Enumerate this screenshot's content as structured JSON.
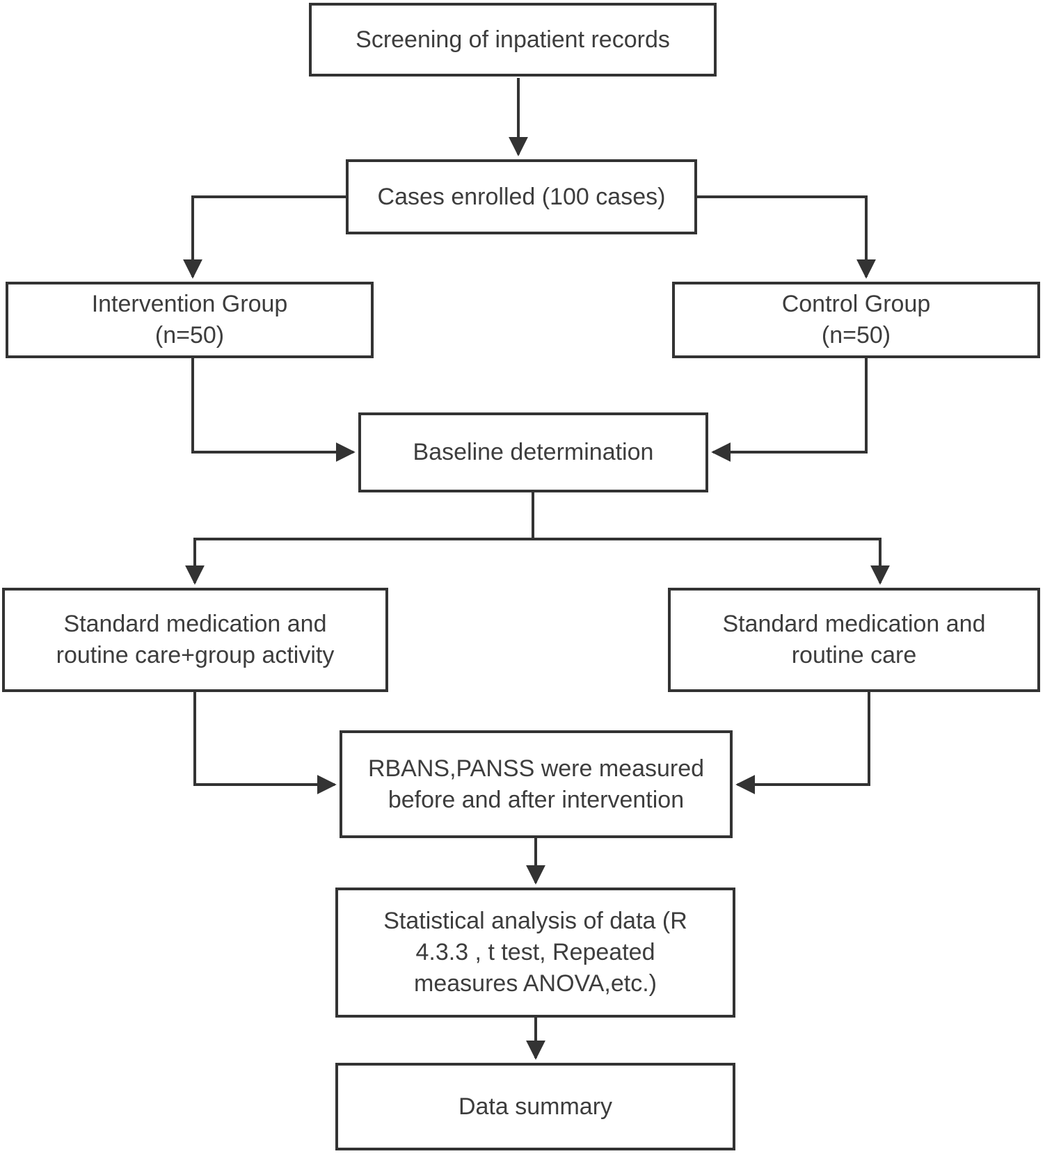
{
  "diagram": {
    "type": "flowchart",
    "colors": {
      "background": "#ffffff",
      "border": "#333333",
      "text": "#3d3d3d",
      "line": "#333333"
    },
    "nodes": [
      {
        "id": "screening",
        "label": "Screening of inpatient records"
      },
      {
        "id": "enrolled",
        "label": "Cases enrolled (100 cases)"
      },
      {
        "id": "intervention",
        "label": "Intervention Group\n(n=50)"
      },
      {
        "id": "control",
        "label": "Control Group\n(n=50)"
      },
      {
        "id": "baseline",
        "label": "Baseline determination"
      },
      {
        "id": "intervention-care",
        "label": "Standard medication and\nroutine care+group activity"
      },
      {
        "id": "control-care",
        "label": "Standard medication and\nroutine care"
      },
      {
        "id": "measures",
        "label": "RBANS,PANSS were measured\nbefore and after intervention"
      },
      {
        "id": "analysis",
        "label": "Statistical analysis of data (R\n4.3.3 , t test, Repeated\nmeasures ANOVA,etc.)"
      },
      {
        "id": "summary",
        "label": "Data summary"
      }
    ],
    "edges": [
      {
        "from": "screening",
        "to": "enrolled"
      },
      {
        "from": "enrolled",
        "to": "intervention"
      },
      {
        "from": "enrolled",
        "to": "control"
      },
      {
        "from": "intervention",
        "to": "baseline"
      },
      {
        "from": "control",
        "to": "baseline"
      },
      {
        "from": "baseline",
        "to": "intervention-care"
      },
      {
        "from": "baseline",
        "to": "control-care"
      },
      {
        "from": "intervention-care",
        "to": "measures"
      },
      {
        "from": "control-care",
        "to": "measures"
      },
      {
        "from": "measures",
        "to": "analysis"
      },
      {
        "from": "analysis",
        "to": "summary"
      }
    ]
  }
}
